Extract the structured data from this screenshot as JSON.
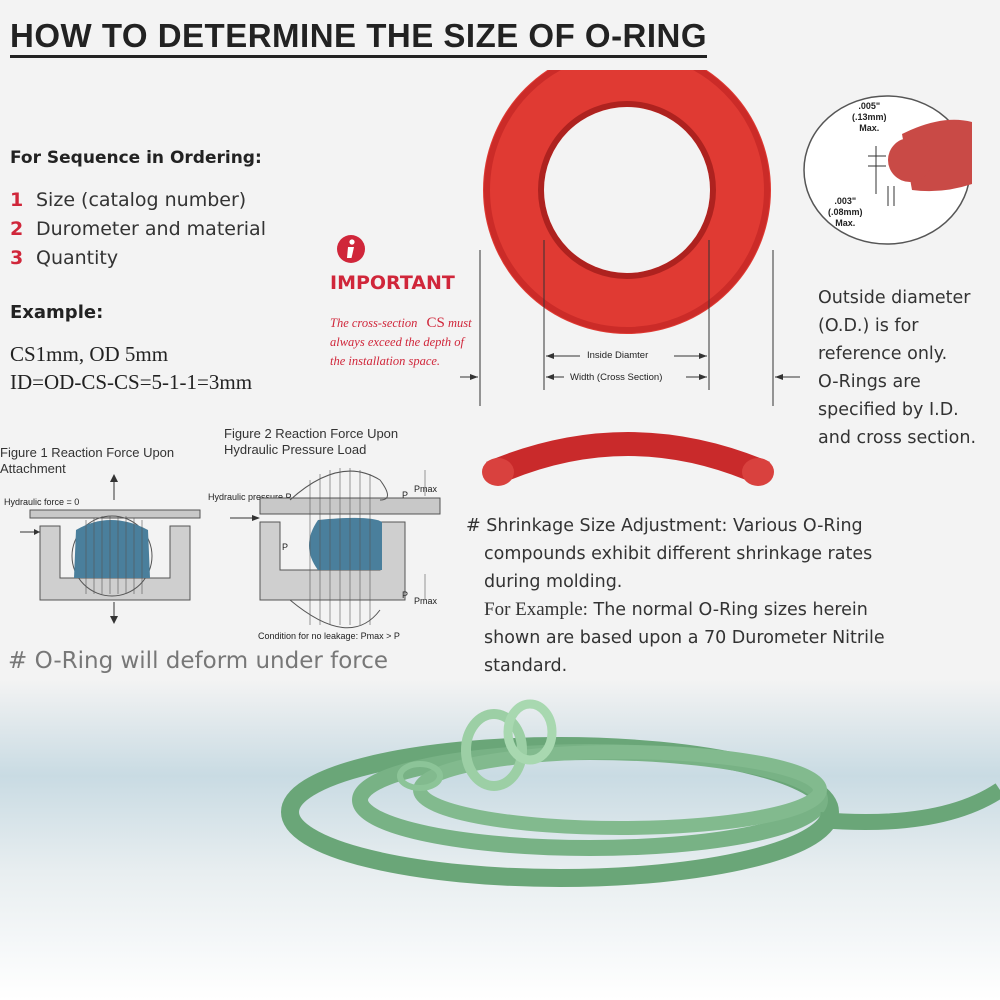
{
  "title": "HOW TO DETERMINE THE SIZE OF O-RING",
  "ordering": {
    "heading": "For Sequence in Ordering:",
    "items": [
      {
        "num": "1",
        "text": "Size (catalog number)"
      },
      {
        "num": "2",
        "text": "Durometer and material"
      },
      {
        "num": "3",
        "text": "Quantity"
      }
    ]
  },
  "example": {
    "heading": "Example:",
    "line1": "CS1mm, OD 5mm",
    "line2": "ID=OD-CS-CS=5-1-1=3mm"
  },
  "important": {
    "icon": "info-icon",
    "title": "IMPORTANT",
    "text_a": "The cross-section",
    "text_cs": "CS",
    "text_b": "must always exceed the depth of the installation space."
  },
  "ring_diagram": {
    "inside_label": "Inside Diamter",
    "width_label": "Width (Cross Section)",
    "ring_color": "#d42a2a"
  },
  "detail": {
    "top_l1": ".005\"",
    "top_l2": "(.13mm)",
    "top_l3": "Max.",
    "bot_l1": ".003\"",
    "bot_l2": "(.08mm)",
    "bot_l3": "Max."
  },
  "od_note": {
    "lines": [
      "Outside diameter",
      "(O.D.) is for",
      "reference only.",
      "O-Rings are",
      "specified by I.D.",
      "and cross section."
    ]
  },
  "fig1": {
    "caption_l1": "Figure 1 Reaction Force Upon",
    "caption_l2": "Attachment",
    "force_label": "Hydraulic force = 0"
  },
  "fig2": {
    "caption_l1": "Figure 2 Reaction Force Upon",
    "caption_l2": "Hydraulic Pressure Load",
    "pressure_label": "Hydraulic pressure P",
    "p1": "P",
    "pmax": "Pmax",
    "condition": "Condition for no leakage: Pmax > P"
  },
  "deform_note": "# O-Ring will deform under force",
  "shrinkage": {
    "line1": "# Shrinkage Size Adjustment: Various O-Ring",
    "line2": "compounds exhibit different shrinkage rates",
    "line3": "during molding.",
    "example_label": "For Example:",
    "line4": " The normal O-Ring sizes herein",
    "line5": "shown are based upon a 70 Durometer Nitrile",
    "line6": "standard."
  },
  "colors": {
    "accent_red": "#d0263a",
    "seal_blue": "#4a7f9c",
    "cord_green": "#6aa678"
  }
}
